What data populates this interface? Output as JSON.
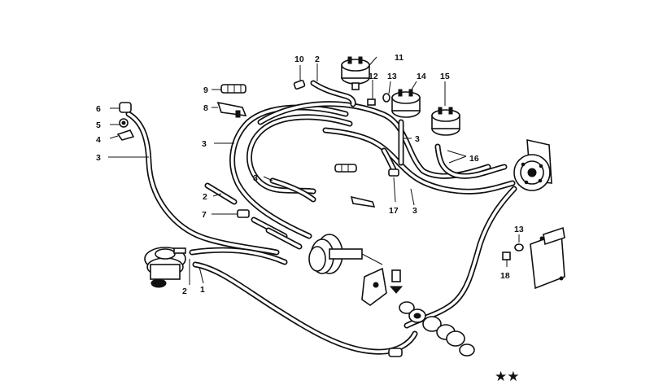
{
  "callouts": [
    "1",
    "2",
    "3",
    "4",
    "5",
    "6",
    "7",
    "8",
    "9",
    "10",
    "11",
    "12",
    "13",
    "14",
    "15",
    "16",
    "17",
    "18"
  ],
  "labels": {
    "c10": "10",
    "c2_top": "2",
    "c11": "11",
    "c9": "9",
    "c12": "12",
    "c13_top": "13",
    "c14": "14",
    "c15": "15",
    "c8": "8",
    "c6": "6",
    "c5": "5",
    "c4": "4",
    "c3_left": "3",
    "c3_mid": "3",
    "c3_right": "3",
    "c16": "16",
    "c3_inner": "3",
    "c2_left": "2",
    "c17": "17",
    "c3_bottom": "3",
    "c7": "7",
    "c13_right": "13",
    "c18": "18",
    "c2_bottom": "2",
    "c1": "1"
  },
  "footer_mark": "★★",
  "icons": [
    "pressure-regulator-icon",
    "vacuum-switch-icon",
    "vacuum-booster-icon",
    "control-unit-icon",
    "check-valve-icon"
  ]
}
